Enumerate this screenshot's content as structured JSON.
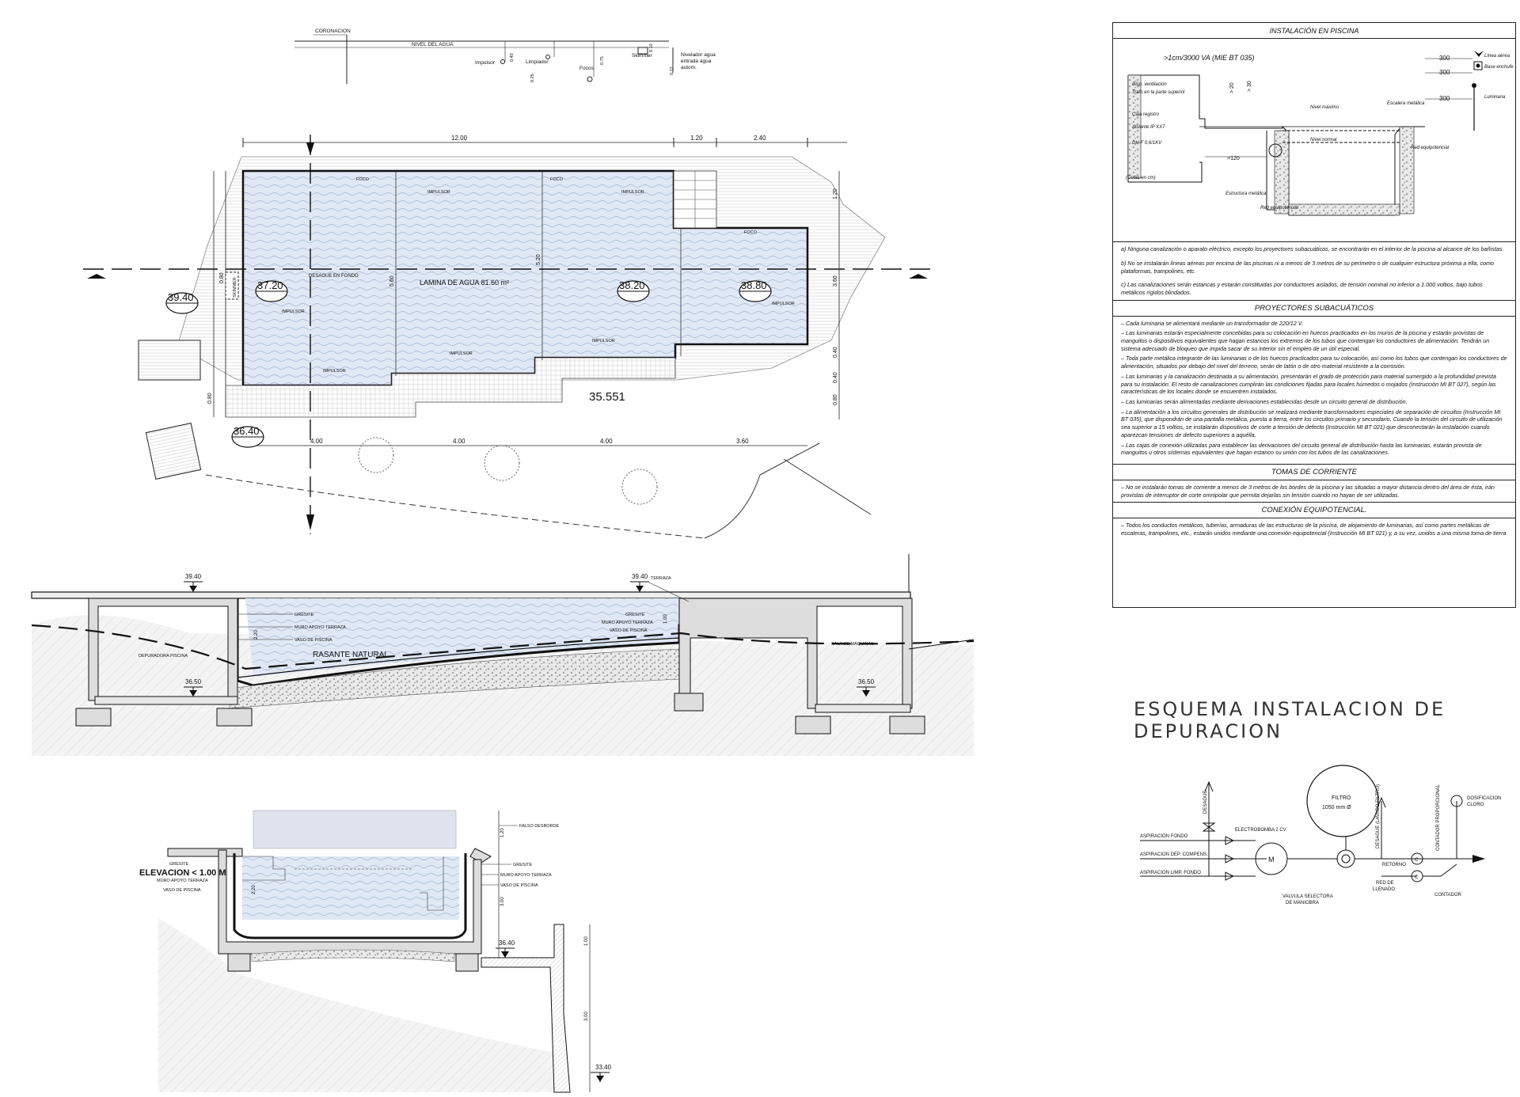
{
  "top_strip": {
    "coronacion": "CORONACION",
    "nivel_agua": "NIVEL DEL AGUA",
    "impulsor": "Impulsor",
    "limpiador": "Limpiador",
    "focos": "Focos",
    "skimmer": "Skimmer",
    "nivelador": [
      "Nivelador agua",
      "entrada agua",
      "autom."
    ],
    "dims": [
      "0.40",
      "0.25",
      "0.75",
      "0.10",
      "0.12"
    ]
  },
  "plan": {
    "dims_top": [
      "12.00",
      "1.20",
      "2.40"
    ],
    "dims_bottom": [
      "4.00",
      "4.00",
      "4.00",
      "3.60"
    ],
    "dims_right": [
      "1.20",
      "3.60",
      "0.40",
      "0.40",
      "0.80"
    ],
    "dims_left": [
      "0.80",
      "0.80"
    ],
    "dim_inner_a": "5.60",
    "dim_inner_b": "5.20",
    "lamina": "LAMINA DE AGUA 81.60 m²",
    "area_value": "35.551",
    "skimmer_label": "SKIMMER",
    "desague": "DESAGUE EN FONDO",
    "foco": "FOCO",
    "impulsor": "IMPULSOR",
    "levels": [
      "39.40",
      "37.20",
      "38.20",
      "38.80",
      "36.40"
    ]
  },
  "section": {
    "level_top_left": "39.40",
    "level_top_right": "39.40",
    "terraza": "TERRAZA",
    "gresite": "GRESITE",
    "muro": "MURO APOYO TERRAZA",
    "vaso": "VASO DE PISCINA",
    "rasante": "RASANTE NATURAL",
    "depuradora": "DEPURADORA PISCINA",
    "sala": "SALA DE MÁQUINAS",
    "level_low_left": "36.50",
    "level_low_right": "36.50",
    "dim_left": "2.20",
    "dim_right": "1.00"
  },
  "elevation": {
    "title": "ELEVACION < 1.00 M",
    "falso_desborde": "FALSO DESBORDE",
    "gresite": "GRESITE",
    "muro": "MURO APOYO TERRAZA",
    "vaso": "VASO DE PISCINA",
    "level_a": "36.40",
    "level_b": "33.40",
    "dims": [
      "1.20",
      "2.20",
      "3.00",
      "1.00",
      "3.00"
    ]
  },
  "spec": {
    "header": "INSTALACIÓN EN PISCINA",
    "diagram": {
      "power": ">1cm/3000 VA (MIE    BT 035)",
      "labels": [
        "Disp. ventilación",
        "Trafo en la parte superior",
        "Caja registro",
        "Aislante IP XX7",
        "DH-F 0,6/1KV",
        "(Cotas en cm)"
      ],
      "nivel_max": "Nivel máximo",
      "nivel_normal": "Nivel normal",
      "escalera": "Escalera metálica",
      "red_equipotencial": "Red equipotencial",
      "estructura": "Estructura metálica",
      "red_equipotencial_bottom": "Red equipotencial",
      "linea_aerea": "Línea aérea",
      "base_enchufe": "Base enchufe",
      "luminaria": "Luminaria",
      "d300": "300",
      "d20": "> 20",
      "d30": "> 30",
      "d120": ">120"
    },
    "intro": [
      "a) Ninguna canalización o aparato eléctrico, excepto los proyectores subacuáticos, se encontrarán en el interior de la piscina al alcance de los bañistas.",
      "b) No se instalarán líneas aéreas por encima de las piscinas ni a menos de 3 metros de su perímetro o de cualquier estructura próxima a ella, como plataformas, trampolines, etc.",
      "c) Las canalizaciones serán estancas y estarán constituidas por conductores aislados, de tensión nominal no inferior a 1.000 voltios, bajo tubos metálicos rígidos blindados."
    ],
    "proyectores_title": "PROYECTORES SUBACUÁTICOS",
    "proyectores": [
      "– Cada luminaria se alimentará mediante un transformador de 220/12 V.",
      "– Las luminarias estarán especialmente concebidas para su colocación en huecos practicados en los muros de la piscina y estarán provistas de manguitos o dispositivos equivalentes que hagan estancos los extremos de los tubos que contengan los conductores de alimentación. Tendrán un sistema adecuado de bloqueo que impida sacar de su interior sin el empleo de un útil especial.",
      "– Toda parte metálica integrante de las luminarias o de los huecos practicados para su colocación, así como los tubos que contengan los conductores de alimentación, situados por debajo del nivel del terreno, serán de latón o de otro material resistente a la corrosión.",
      "– Las luminarias y la canalización destinada a su alimentación, presentarán el grado de protección para material sumergido a la profundidad prevista para su instalación. El resto de canalizaciones cumplirán las condiciones fijadas para locales húmedos o mojados (Instrucción MI BT 027), según las características de los locales donde se encuentren instalados.",
      "– Las luminarias serán alimentadas mediante derivaciones establecidas desde un circuito general de distribución.",
      "– La alimentación a los circuitos generales de distribución se realizará mediante transformadores especiales de separación de circuitos (Instrucción MI BT 035), que dispondrán de una pantalla metálica, puesta a tierra, entre los circuitos primario y secundario. Cuando la tensión del circuito de utilización sea superior a 15 voltios, se instalarán dispositivos de corte a tensión de defecto (Instrucción MI BT 021) que desconectarán la instalación cuando aparezcan tensiones de defecto superiores a aquélla.",
      "– Las cajas de conexión utilizadas para establecer las derivaciones del circuito general de distribución hasta las luminarias, estarán provista de manguitos u otros sistemas equivalentes que hagan estanco su unión con los tubos de las canalizaciones."
    ],
    "tomas_title": "TOMAS DE CORRIENTE",
    "tomas": "– No se instalarán tomas de corriente a menos de 3 metros de los bordes de la piscina y las situadas a mayor distancia dentro del área de ésta, irán provistas de interruptor de corte omnipolar que permita dejarlas sin tensión cuando no hayan de ser utilizadas.",
    "conexion_title": "CONEXIÓN EQUIPOTENCIAL.",
    "conexion": "– Todos los conductos metálicos, tuberías, armaduras de las estructuras de la piscina, de alojamiento de luminarias, así como partes metálicas de escaleras, trampolines, etc., estarán unidos mediante una conexión equipotencial (Instrucción MI BT 021) y, a su vez, unidos a una misma toma de tierra"
  },
  "schema": {
    "title": "ESQUEMA INSTALACION DE DEPURACION",
    "filtro": "FILTRO",
    "filtro_size": "1050 mm Ø",
    "desague": "DESAGUE",
    "desague_lavado": "DESAGUE (LAVADO FILTRO)",
    "electrobomba": "ELECTROBOMBA 2 CV",
    "contador_prop": "CONTADOR PROPORCIONAL",
    "dosificacion": [
      "DOSIFICACION",
      "CLORO"
    ],
    "aspiracion": [
      "ASPIRACION FONDO",
      "ASPIRACION DEP. COMPENS.",
      "ASPIRACION LIMP. FONDO"
    ],
    "retorno": "RETORNO",
    "valvula": [
      "VALVULA SELECTORA",
      "DE MANIOBRA"
    ],
    "red_llenado": [
      "RED DE",
      "LLENADO"
    ],
    "contador": "CONTADOR",
    "pump_letter": "M",
    "c_letter": "C"
  }
}
